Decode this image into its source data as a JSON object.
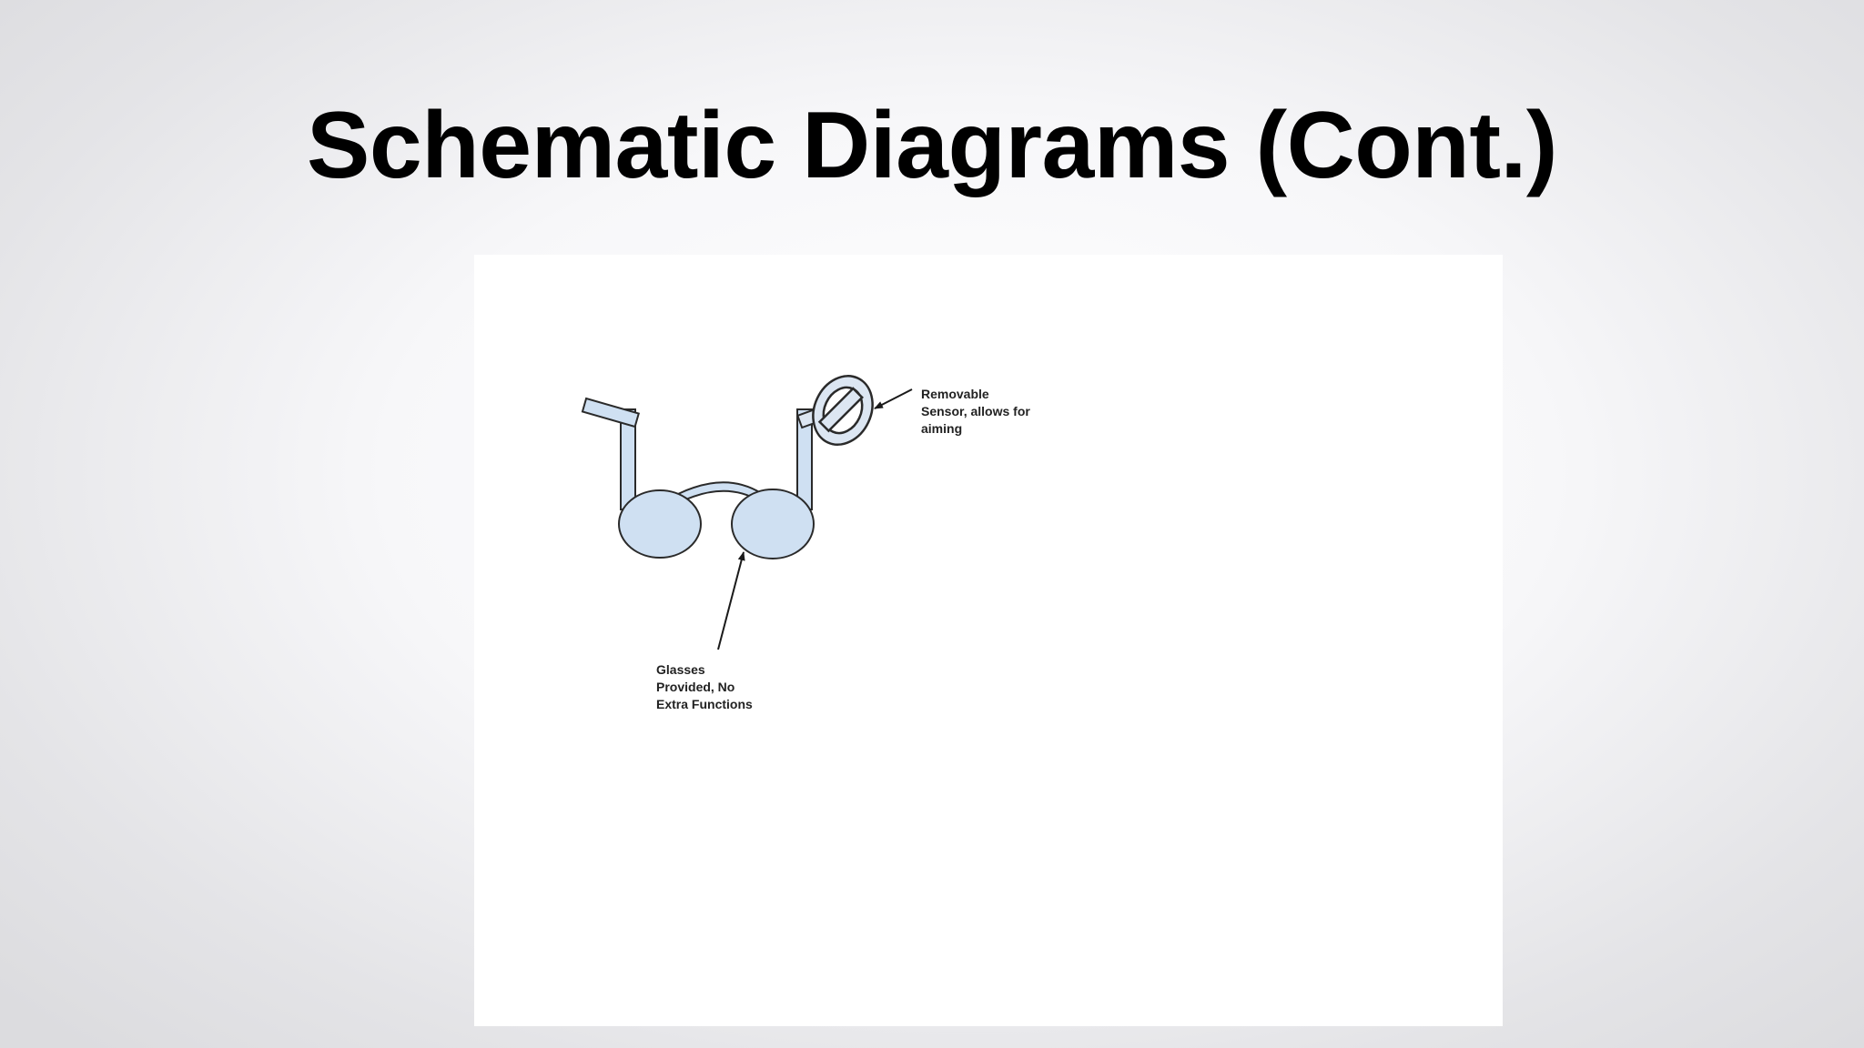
{
  "slide": {
    "title": "Schematic Diagrams (Cont.)"
  },
  "diagram": {
    "sensor_callout": {
      "lines": [
        "Removable",
        "Sensor, allows for",
        "aiming"
      ]
    },
    "glasses_callout": {
      "lines": [
        "Glasses",
        "Provided, No",
        "Extra Functions"
      ]
    },
    "colors": {
      "lens_fill": "#cfe0f2",
      "outline": "#2a2a2a",
      "sensor_fill": "#dce6f2"
    }
  }
}
